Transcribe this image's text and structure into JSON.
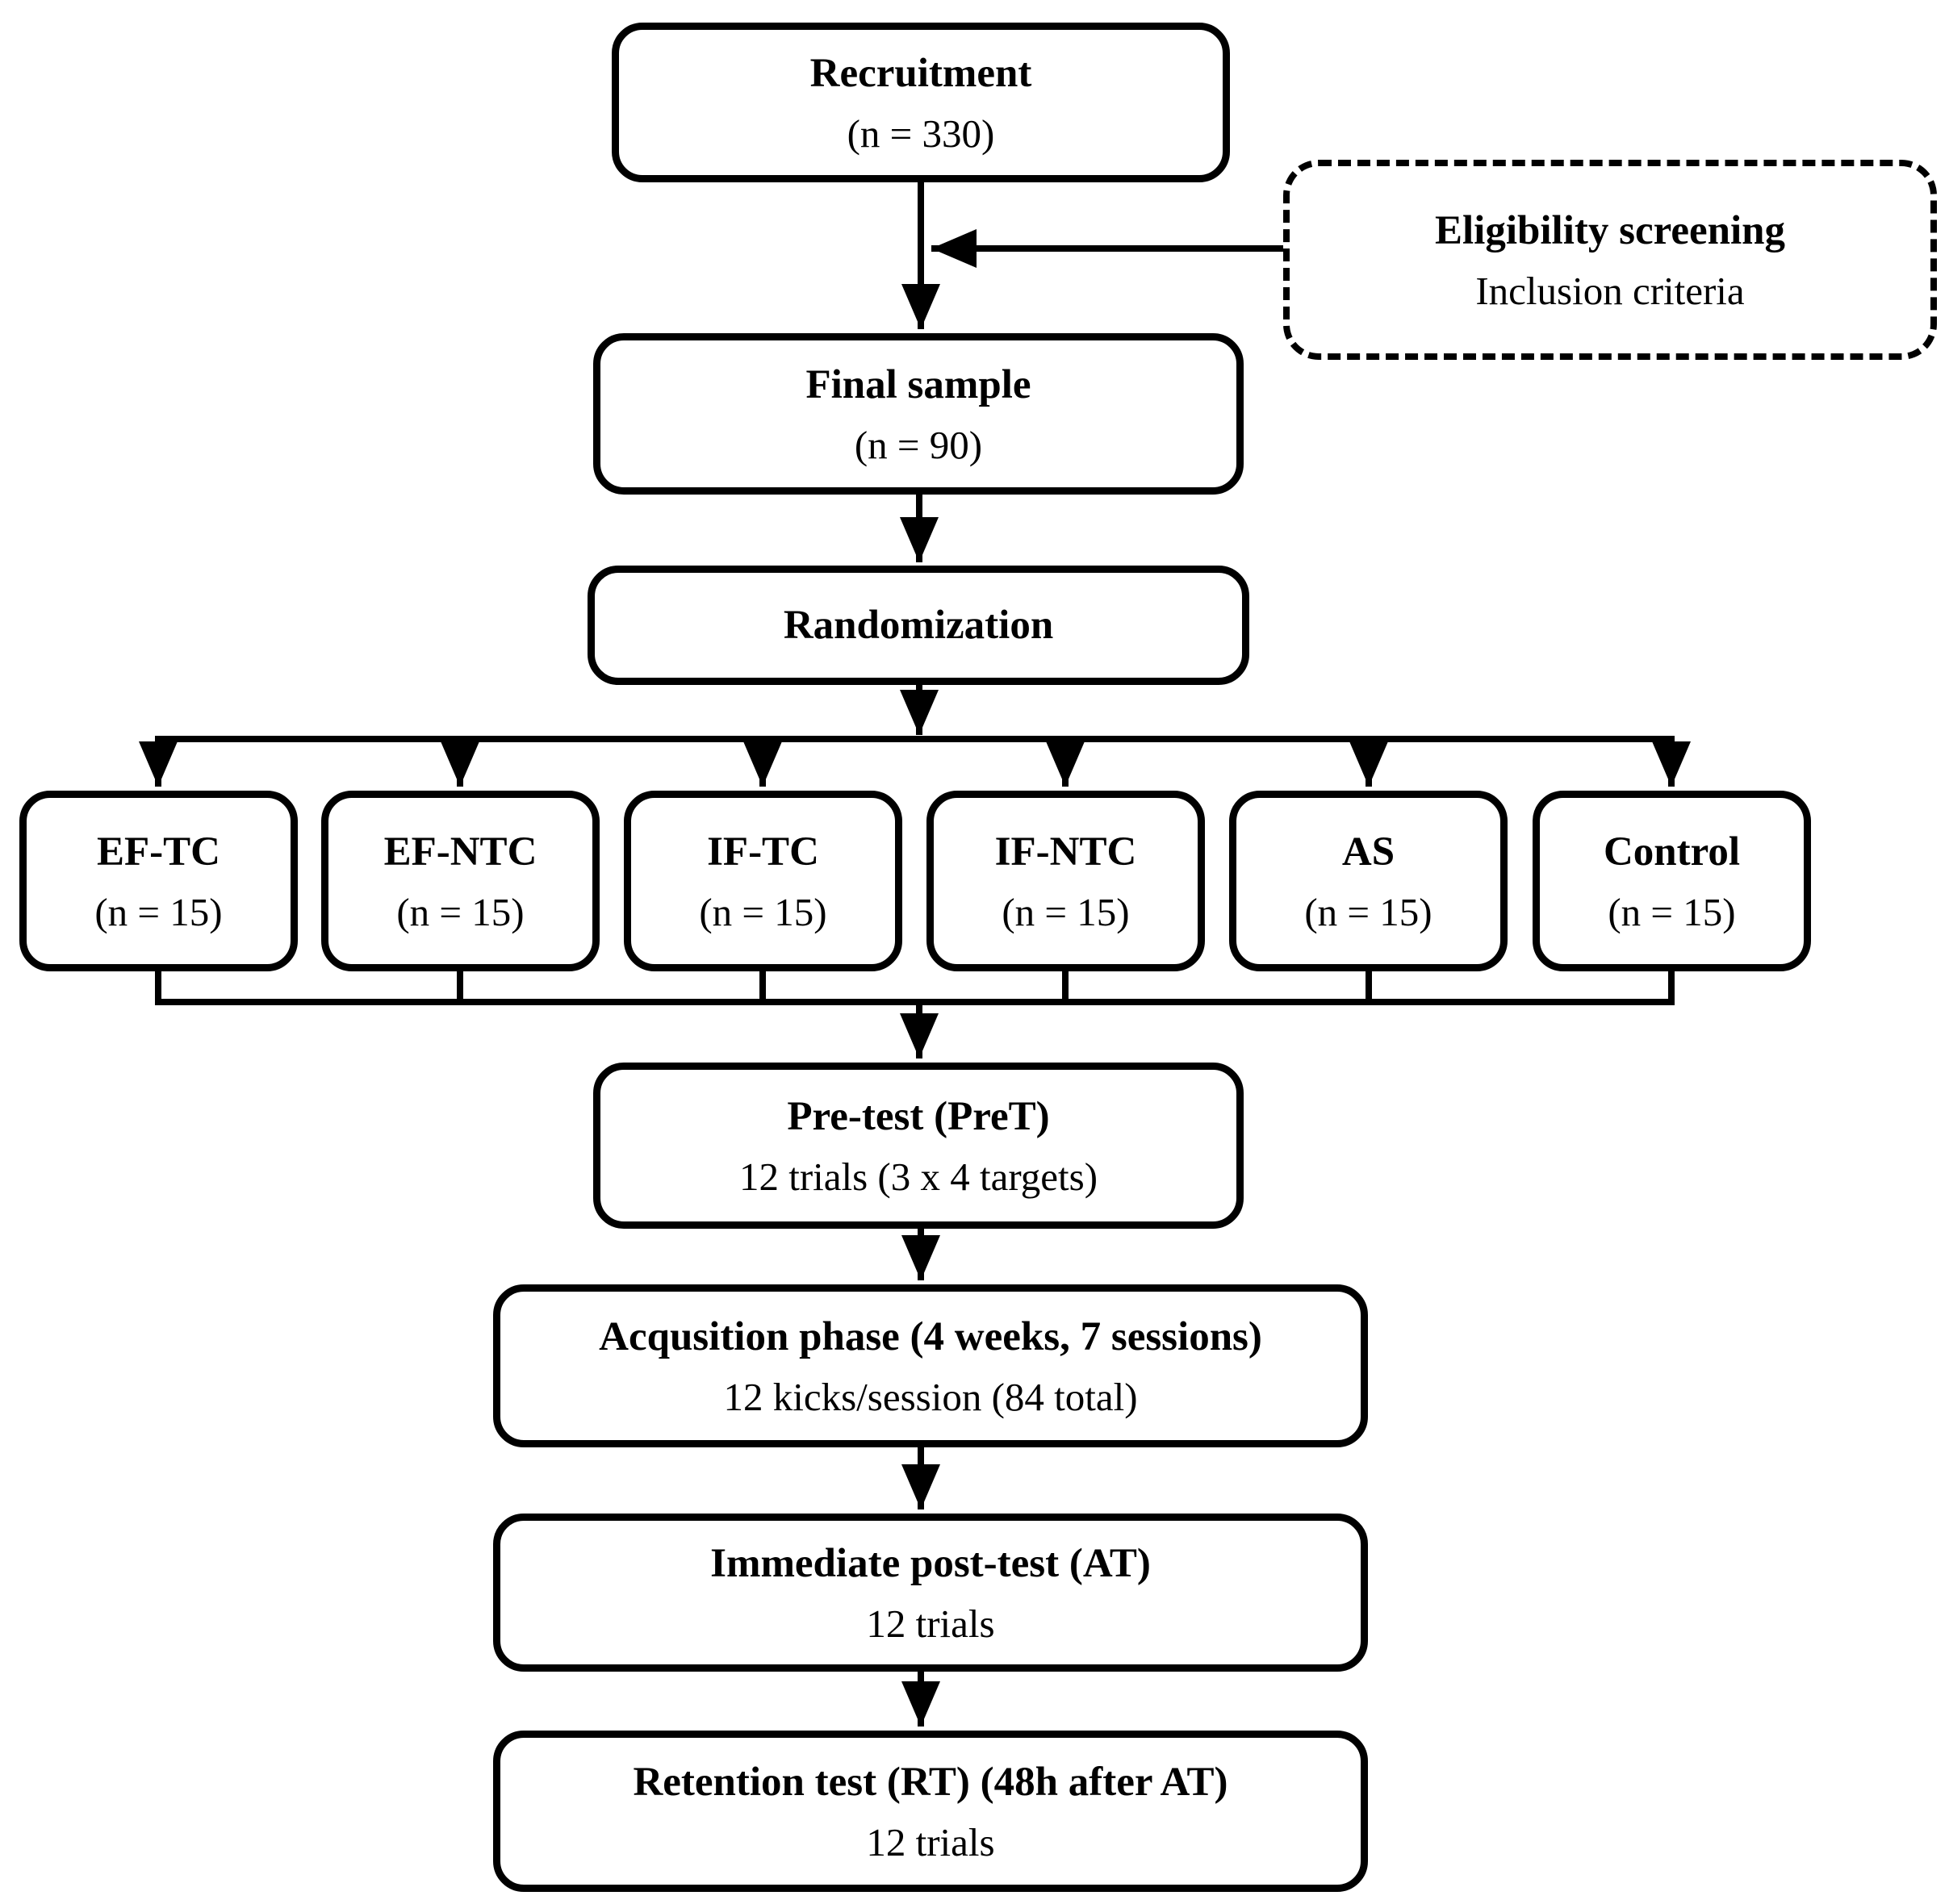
{
  "flowchart": {
    "nodes": {
      "recruitment": {
        "title": "Recruitment",
        "subtitle": "(n = 330)"
      },
      "eligibility": {
        "title": "Eligibility screening",
        "subtitle": "Inclusion criteria"
      },
      "final_sample": {
        "title": "Final sample",
        "subtitle": "(n = 90)"
      },
      "randomization": {
        "title": "Randomization"
      },
      "pretest": {
        "title": "Pre-test (PreT)",
        "subtitle": "12 trials (3 x 4 targets)"
      },
      "acquisition": {
        "title": "Acqusition phase (4 weeks, 7 sessions)",
        "subtitle": "12 kicks/session (84 total)"
      },
      "posttest": {
        "title": "Immediate post-test (AT)",
        "subtitle": "12 trials"
      },
      "retention": {
        "title": "Retention test (RT) (48h after AT)",
        "subtitle": "12 trials"
      }
    },
    "groups": [
      {
        "title": "EF-TC",
        "subtitle": "(n = 15)"
      },
      {
        "title": "EF-NTC",
        "subtitle": "(n = 15)"
      },
      {
        "title": "IF-TC",
        "subtitle": "(n = 15)"
      },
      {
        "title": "IF-NTC",
        "subtitle": "(n = 15)"
      },
      {
        "title": "AS",
        "subtitle": "(n = 15)"
      },
      {
        "title": "Control",
        "subtitle": "(n = 15)"
      }
    ],
    "colors": {
      "line": "#000000",
      "background": "#ffffff",
      "box_fill": "#ffffff"
    }
  }
}
